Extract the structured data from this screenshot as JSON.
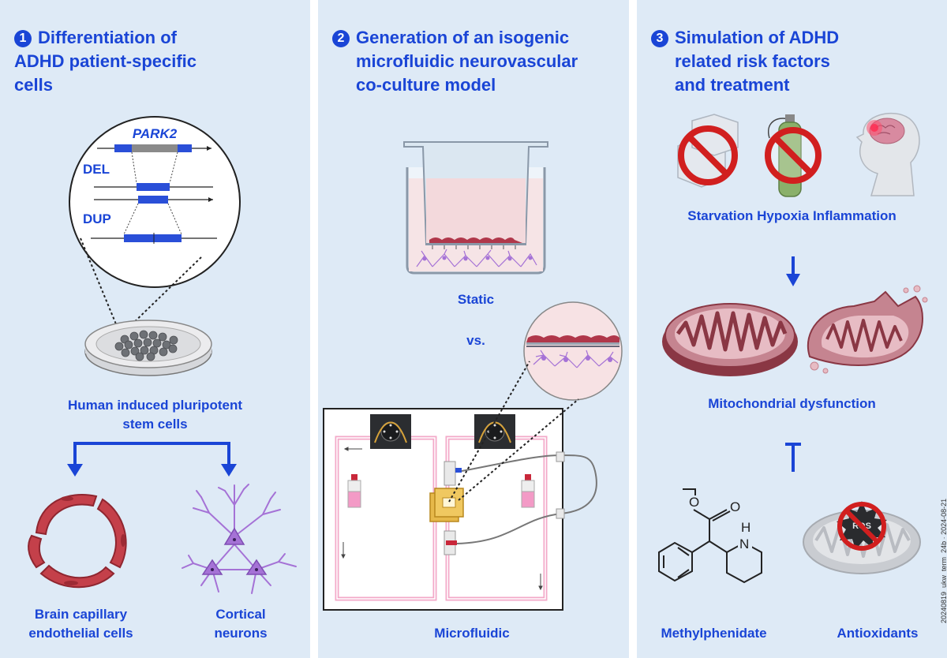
{
  "panel1": {
    "num": "1",
    "title_lines": [
      "Differentiation of",
      "ADHD patient-specific",
      "cells"
    ],
    "gene": "PARK2",
    "del": "DEL",
    "dup": "DUP",
    "cells_label": [
      "Human induced pluripotent",
      "stem cells"
    ],
    "endo_label": [
      "Brain capillary",
      "endothelial cells"
    ],
    "neuron_label": [
      "Cortical",
      "neurons"
    ]
  },
  "panel2": {
    "num": "2",
    "title_lines": [
      "Generation of an isogenic",
      "microfluidic neurovascular",
      "co-culture model"
    ],
    "static": "Static",
    "vs": "vs.",
    "microfluidic": "Microfluidic"
  },
  "panel3": {
    "num": "3",
    "title_lines": [
      "Simulation of ADHD",
      "related risk factors",
      "and treatment"
    ],
    "factors": "Starvation Hypoxia Inflammation",
    "dysfunction": "Mitochondrial dysfunction",
    "methyl": "Methylphenidate",
    "antiox": "Antioxidants",
    "ros": "ROS",
    "mol_o1": "O",
    "mol_o2": "O",
    "mol_nh": "H",
    "mol_n": "N"
  },
  "side_code": "20240819_ukw_term_24b · 2024-08-21",
  "colors": {
    "title_blue": "#1a45d6",
    "panel_bg": "#deeaf6",
    "prohibit_red": "#d11f1f",
    "vessel_red": "#c0404a"
  }
}
